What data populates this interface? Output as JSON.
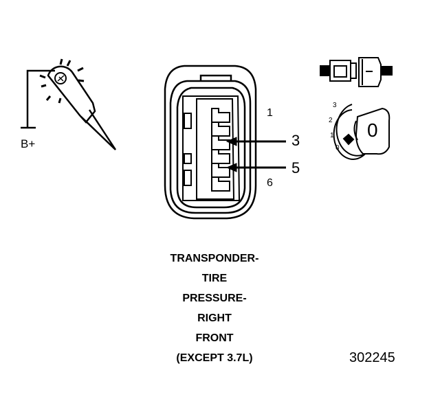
{
  "probe": {
    "label": "B+"
  },
  "connector": {
    "pin_top": "1",
    "pin_bottom": "6",
    "callout_a": "3",
    "callout_b": "5"
  },
  "key_position": {
    "scale": [
      "3",
      "2",
      "1",
      "0"
    ],
    "key_glyph": "0"
  },
  "caption_lines": [
    "TRANSPONDER-",
    "TIRE",
    "PRESSURE-",
    "RIGHT",
    "FRONT",
    "(EXCEPT 3.7L)"
  ],
  "figure_number": "302245"
}
